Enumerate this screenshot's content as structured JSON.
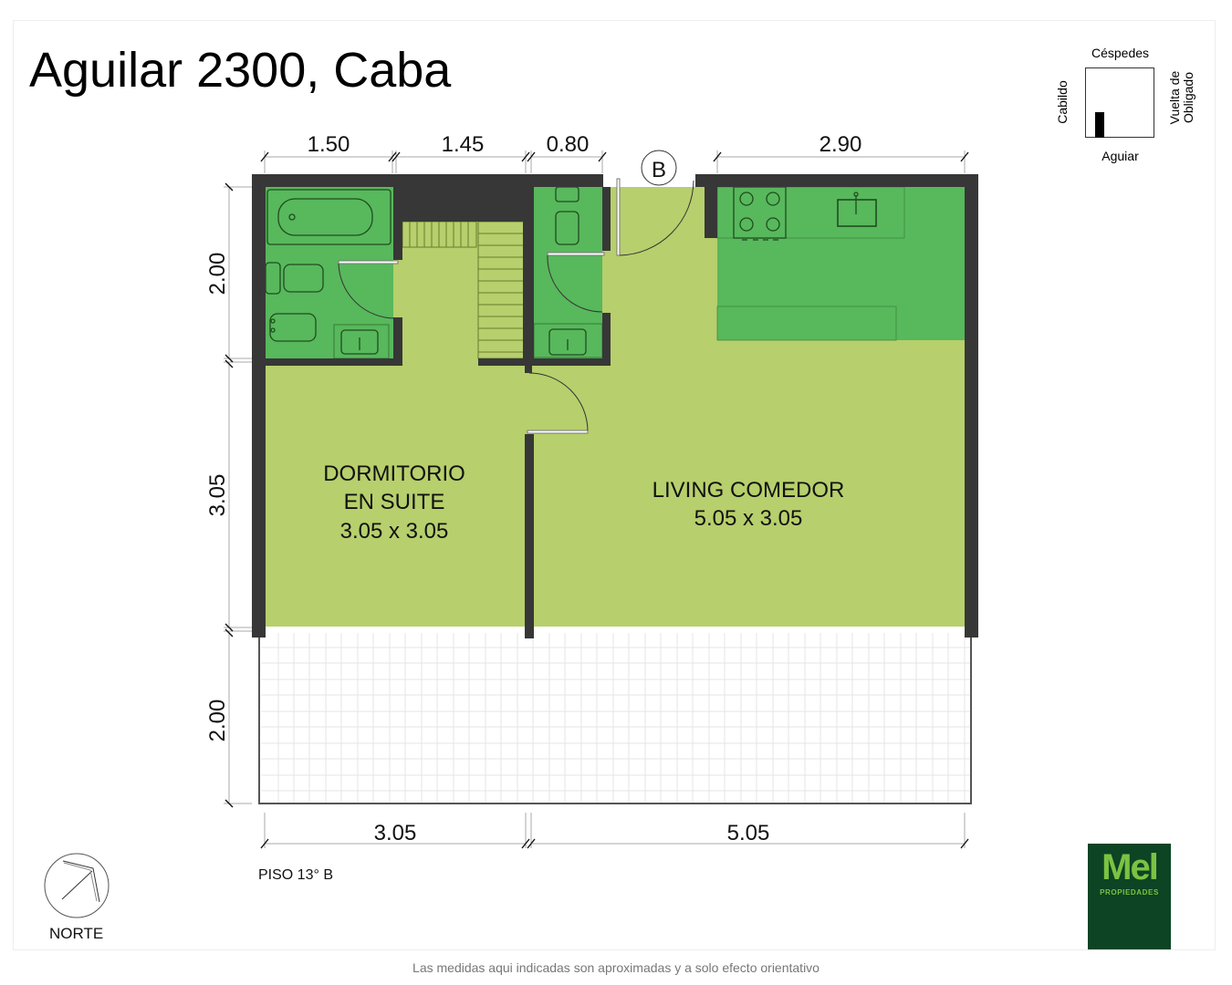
{
  "header": {
    "title": "Aguilar 2300, Caba"
  },
  "orientation_key": {
    "top": "Céspedes",
    "bottom": "Aguiar",
    "left": "Cabildo",
    "right_line1": "Vuelta de",
    "right_line2": "Obligado"
  },
  "plan": {
    "unit_marker": "B",
    "top_dimensions": [
      "1.50",
      "1.45",
      "0.80",
      "2.90"
    ],
    "left_dimensions": [
      "2.00",
      "3.05",
      "2.00"
    ],
    "bottom_dimensions": [
      "3.05",
      "5.05"
    ],
    "rooms": [
      {
        "name_line1": "DORMITORIO",
        "name_line2": "EN SUITE",
        "size": "3.05 x 3.05"
      },
      {
        "name_line1": "LIVING COMEDOR",
        "size": "5.05 x 3.05"
      }
    ],
    "colors": {
      "wall": "#373737",
      "wet_area": "#58b85c",
      "living_floor": "#b7cf6c",
      "terrace_grid": "#e4e4e4"
    }
  },
  "footer": {
    "floor_label": "PISO 13° B",
    "north_label": "NORTE",
    "disclaimer": "Las medidas aqui indicadas son aproximadas y a solo efecto orientativo"
  },
  "logo": {
    "brand": "Mel",
    "subtitle": "PROPIEDADES",
    "background": "#0c4424",
    "accent": "#7cc242"
  }
}
